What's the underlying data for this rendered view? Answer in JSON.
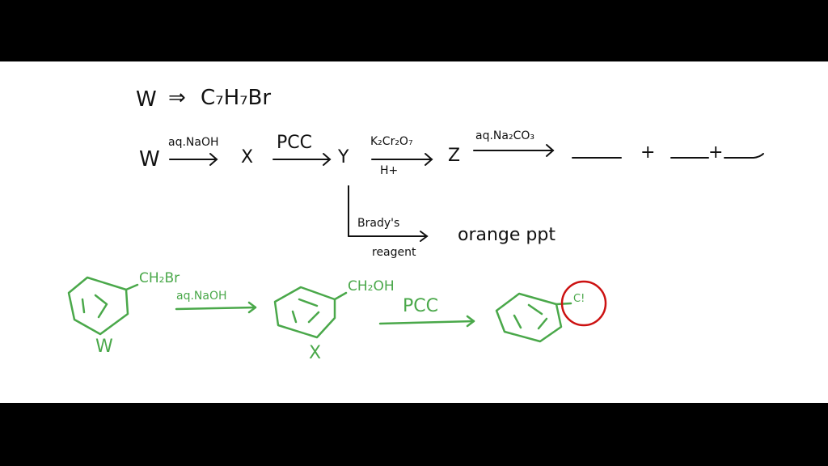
{
  "frame": {
    "letterbox_color": "#000000",
    "canvas_color": "#ffffff",
    "ink_color": "#111111",
    "green_ink": "#4aa84a",
    "highlight_red": "#cc1111"
  },
  "line1": {
    "compound": "W",
    "arrow": "⇒",
    "formula": "C₇H₇Br"
  },
  "scheme": {
    "start": "W",
    "step1_reagent": "aq.NaOH",
    "x": "X",
    "step2_reagent": "PCC",
    "y": "Y",
    "step3_reagent_top": "K₂Cr₂O₇",
    "step3_reagent_bottom": "H+",
    "z": "Z",
    "step4_reagent": "aq.Na₂CO₃",
    "plus1": "+",
    "plus2": "+"
  },
  "branch": {
    "reagent_top": "Brady's",
    "reagent_bottom": "reagent",
    "product": "orange ppt"
  },
  "structures": {
    "w_sub": "CH₂Br",
    "w_label": "W",
    "arrow1_reagent": "aq.NaOH",
    "x_sub": "CH₂OH",
    "x_label": "X",
    "arrow2_reagent": "PCC",
    "y_sub": "C!"
  }
}
